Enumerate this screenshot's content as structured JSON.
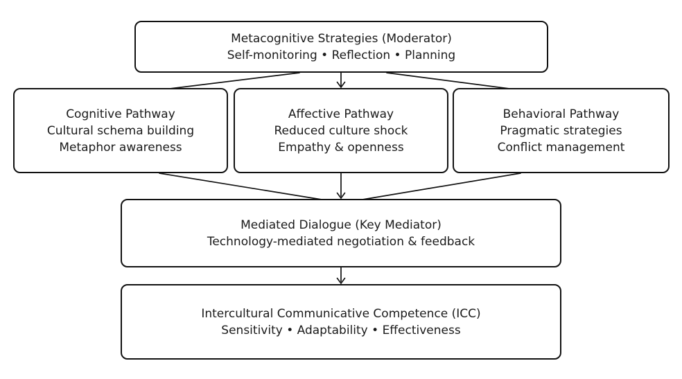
{
  "colors": {
    "stroke": "#111111",
    "text": "#1a1a1a",
    "background": "#ffffff"
  },
  "boxes": {
    "metacognitive": {
      "lines": [
        "Metacognitive Strategies (Moderator)",
        "Self-monitoring • Reflection • Planning"
      ]
    },
    "cognitive": {
      "lines": [
        "Cognitive Pathway",
        "Cultural schema building",
        "Metaphor awareness"
      ]
    },
    "affective": {
      "lines": [
        "Affective Pathway",
        "Reduced culture shock",
        "Empathy & openness"
      ]
    },
    "behavioral": {
      "lines": [
        "Behavioral Pathway",
        "Pragmatic strategies",
        "Conflict management"
      ]
    },
    "mediated": {
      "lines": [
        "Mediated Dialogue (Key Mediator)",
        "Technology-mediated negotiation & feedback"
      ]
    },
    "icc": {
      "lines": [
        "Intercultural Communicative Competence (ICC)",
        "Sensitivity • Adaptability • Effectiveness"
      ]
    }
  },
  "edges": [
    {
      "from": "metacognitive",
      "to": "cognitive",
      "arrowhead": false
    },
    {
      "from": "metacognitive",
      "to": "affective",
      "arrowhead": true
    },
    {
      "from": "metacognitive",
      "to": "behavioral",
      "arrowhead": false
    },
    {
      "from": "cognitive",
      "to": "mediated",
      "arrowhead": false
    },
    {
      "from": "affective",
      "to": "mediated",
      "arrowhead": true
    },
    {
      "from": "behavioral",
      "to": "mediated",
      "arrowhead": false
    },
    {
      "from": "mediated",
      "to": "icc",
      "arrowhead": true
    }
  ]
}
